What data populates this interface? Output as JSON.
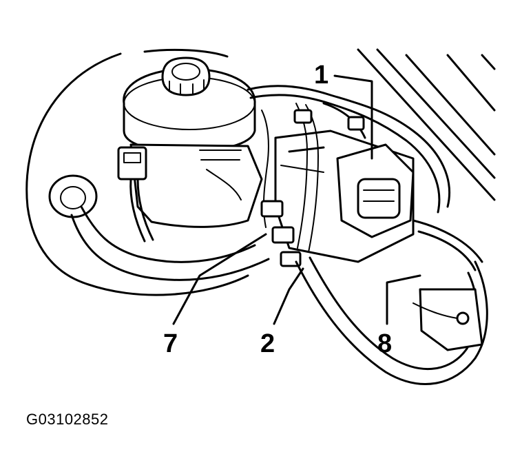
{
  "callouts": {
    "c1": "1",
    "c2": "2",
    "c7": "7",
    "c8": "8"
  },
  "figure_id": "G03102852",
  "colors": {
    "line": "#000000",
    "background": "#ffffff"
  }
}
